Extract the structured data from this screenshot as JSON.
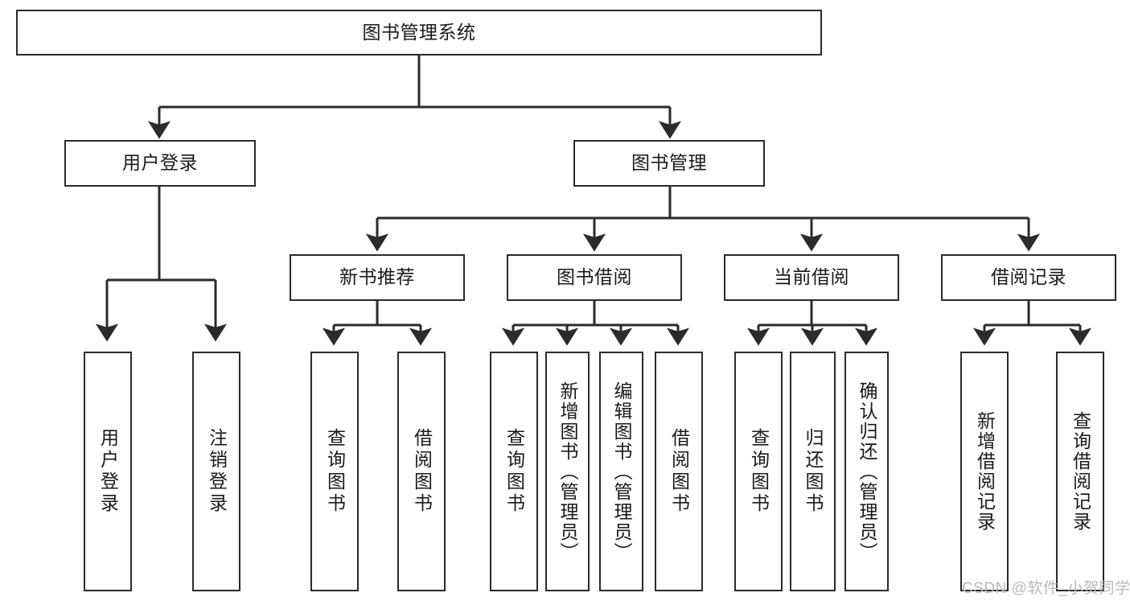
{
  "diagram": {
    "title": "图书管理系统",
    "type": "tree-hierarchy-diagram",
    "root": {
      "label": "图书管理系统"
    },
    "level2": [
      {
        "label": "用户登录"
      },
      {
        "label": "图书管理"
      }
    ],
    "level3": [
      {
        "label": "新书推荐"
      },
      {
        "label": "图书借阅"
      },
      {
        "label": "当前借阅"
      },
      {
        "label": "借阅记录"
      }
    ],
    "leaves": {
      "user_login": [
        {
          "label": "用户登录"
        },
        {
          "label": "注销登录"
        }
      ],
      "new_book_recommend": [
        {
          "label": "查询图书"
        },
        {
          "label": "借阅图书"
        }
      ],
      "book_borrow": [
        {
          "label": "查询图书"
        },
        {
          "label": "新增图书（管理员）"
        },
        {
          "label": "编辑图书（管理员）"
        },
        {
          "label": "借阅图书"
        }
      ],
      "current_borrow": [
        {
          "label": "查询图书"
        },
        {
          "label": "归还图书"
        },
        {
          "label": "确认归还（管理员）"
        }
      ],
      "borrow_record": [
        {
          "label": "新增借阅记录"
        },
        {
          "label": "查询借阅记录"
        }
      ]
    },
    "watermark": "CSDN @软件_小贺同学",
    "colors": {
      "stroke": "#2b2b2b",
      "fill": "#ffffff",
      "text": "#1a1a1a",
      "watermark": "#b9b9b9"
    }
  }
}
